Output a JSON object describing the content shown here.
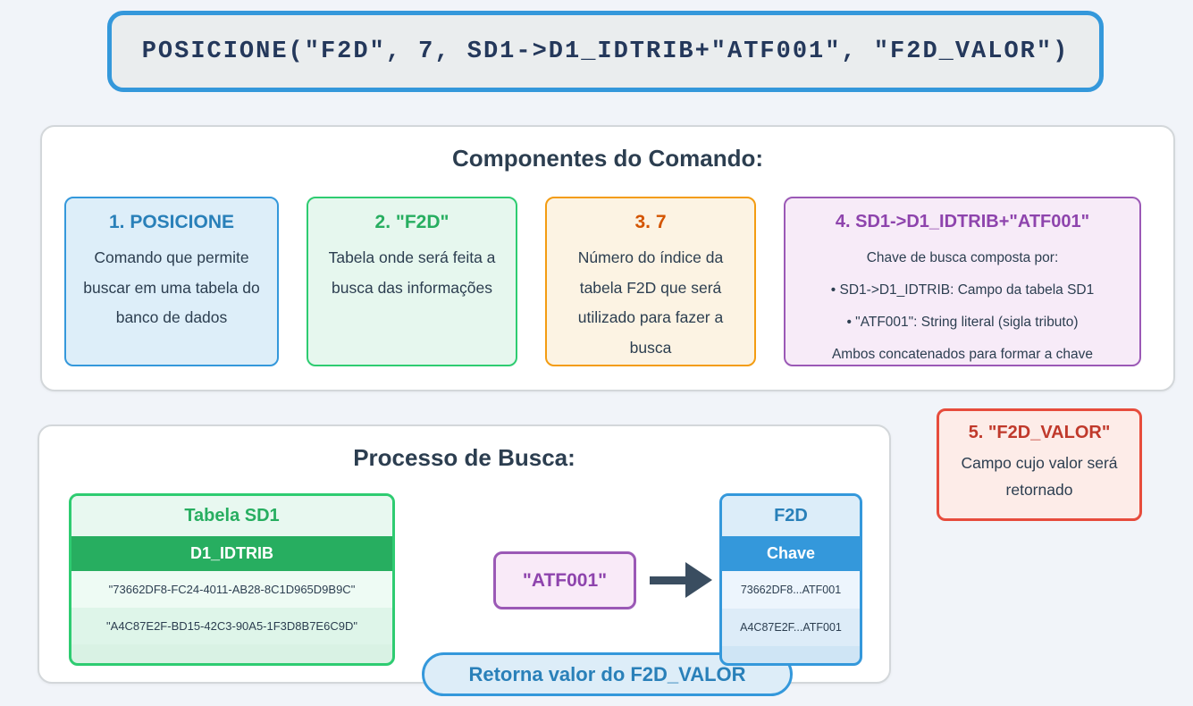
{
  "code_box": {
    "code": "POSICIONE(\"F2D\", 7, SD1->D1_IDTRIB+\"ATF001\", \"F2D_VALOR\")"
  },
  "components": {
    "title": "Componentes do Comando:",
    "cards": [
      {
        "title": "1. POSICIONE",
        "body": "Comando que permite buscar em uma tabela do banco de dados"
      },
      {
        "title": "2. \"F2D\"",
        "body": "Tabela onde será feita a busca das informações"
      },
      {
        "title": "3. 7",
        "body": "Número do índice da tabela F2D que será utilizado para fazer a busca"
      },
      {
        "title": "4. SD1->D1_IDTRIB+\"ATF001\"",
        "lines": [
          "Chave de busca composta por:",
          "• SD1->D1_IDTRIB: Campo da tabela SD1",
          "• \"ATF001\": String literal (sigla tributo)",
          "Ambos concatenados para formar a chave"
        ]
      }
    ]
  },
  "process": {
    "title": "Processo de Busca:",
    "sd1_table": {
      "title": "Tabela SD1",
      "column": "D1_IDTRIB",
      "rows": [
        "\"73662DF8-FC24-4011-AB28-8C1D965D9B9C\"",
        "\"A4C87E2F-BD15-42C3-90A5-1F3D8B7E6C9D\""
      ]
    },
    "key_literal": "\"ATF001\"",
    "f2d_table": {
      "title": "F2D",
      "column": "Chave",
      "rows": [
        "73662DF8...ATF001",
        "A4C87E2F...ATF001"
      ]
    },
    "result_label": "Retorna valor do F2D_VALOR"
  },
  "return_field": {
    "title": "5. \"F2D_VALOR\"",
    "body": "Campo cujo valor será retornado"
  },
  "colors": {
    "blue": "#3498db",
    "blue_dark": "#2980b9",
    "green": "#2ecc71",
    "green_dark": "#27ae60",
    "orange": "#f39c12",
    "orange_dark": "#d35400",
    "purple": "#9b59b6",
    "purple_dark": "#8e44ad",
    "red": "#e74c3c",
    "red_dark": "#c0392b",
    "text_dark": "#2c3e50",
    "arrow": "#3a4d60",
    "page_background": "#f1f4f9"
  }
}
